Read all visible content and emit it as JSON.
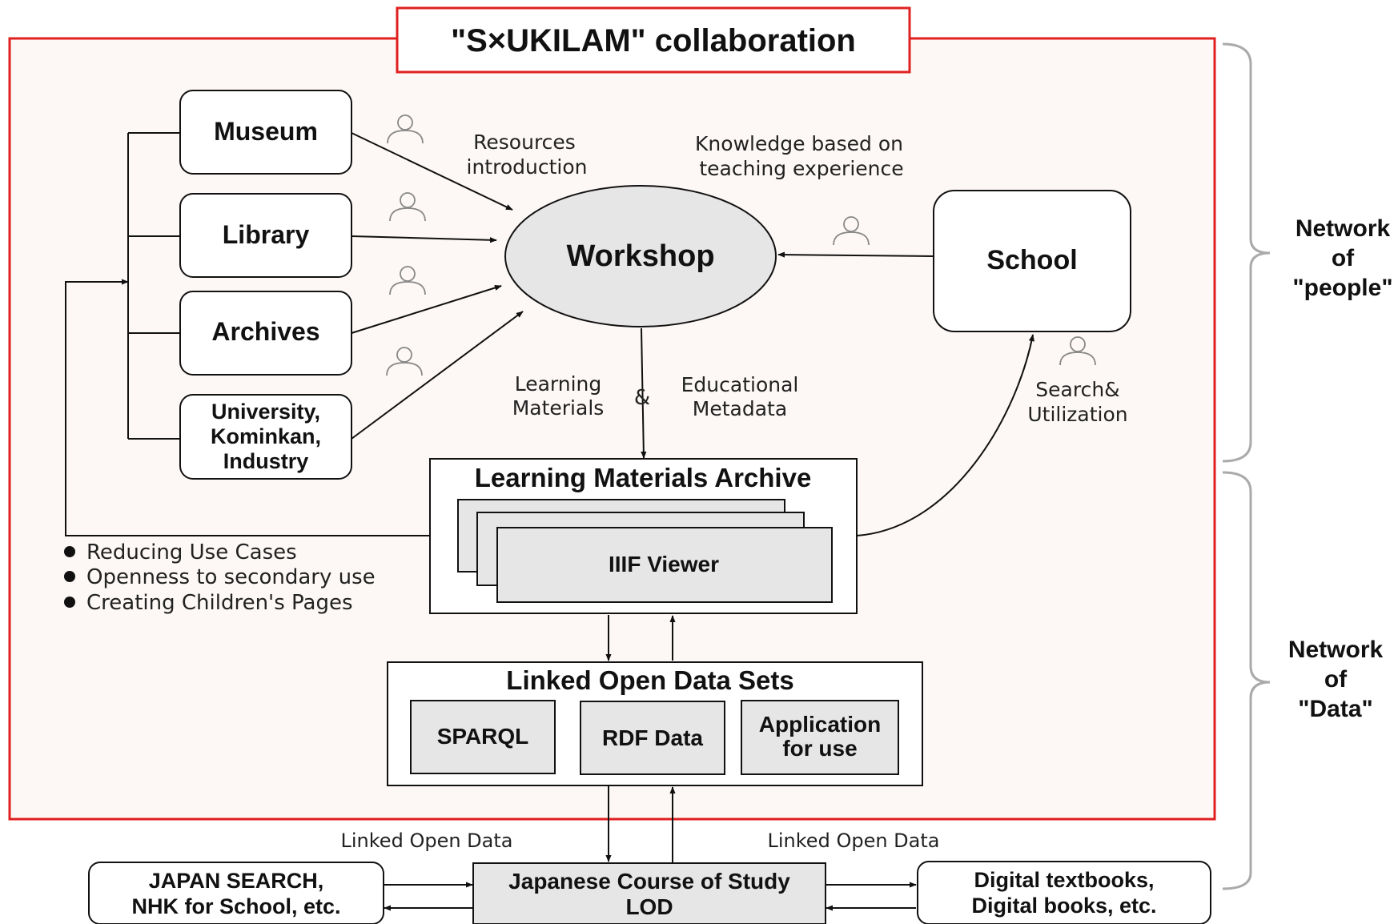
{
  "title": "\"S×UKILAM\" collaboration",
  "institutions": {
    "museum": "Museum",
    "library": "Library",
    "archives": "Archives",
    "university": [
      "University,",
      "Kominkan,",
      "Industry"
    ]
  },
  "workshop": "Workshop",
  "school": "School",
  "labels": {
    "resources": [
      "Resources",
      "introduction"
    ],
    "knowledge": [
      "Knowledge based on",
      "teaching experience"
    ],
    "learning": [
      "Learning",
      "Materials"
    ],
    "ampersand": "&",
    "educational": [
      "Educational",
      "Metadata"
    ],
    "search": [
      "Search&",
      "Utilization"
    ],
    "lod_left": "Linked Open Data",
    "lod_right": "Linked Open Data"
  },
  "bullets": [
    "Reducing Use Cases",
    "Openness to secondary use",
    "Creating Children's Pages"
  ],
  "archive": {
    "title": "Learning Materials Archive",
    "viewer": "IIIF Viewer"
  },
  "lod": {
    "title": "Linked Open Data Sets",
    "items": [
      "SPARQL",
      "RDF Data",
      [
        "Application",
        "for use"
      ]
    ]
  },
  "bottom": {
    "left": [
      "JAPAN SEARCH,",
      "NHK for School, etc."
    ],
    "center": [
      "Japanese Course of Study",
      "LOD"
    ],
    "right": [
      "Digital textbooks,",
      "Digital books, etc."
    ]
  },
  "side": {
    "people": [
      "Network",
      "of",
      "\"people\""
    ],
    "data": [
      "Network",
      "of",
      "\"Data\""
    ]
  },
  "colors": {
    "frame": "#e02020",
    "panel": "#fdf8f5",
    "gray": "#e6e6e6",
    "brace": "#aaaaaa"
  }
}
